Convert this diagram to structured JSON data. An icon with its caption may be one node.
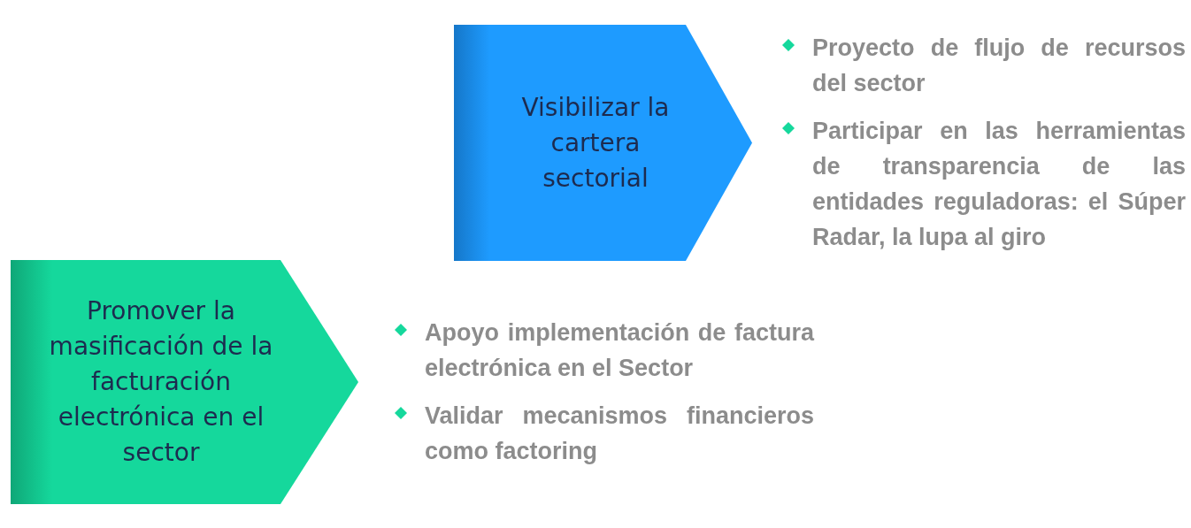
{
  "diagram": {
    "nodes": [
      {
        "text": [
          "Visibilizar la cartera sectorial"
        ],
        "beside": [
          "Proyecto de flujo de recursos del sector",
          "Participar en las herramientas de transparencia de las entidades reguladoras: el Súper Radar, la lupa al giro"
        ]
      },
      {
        "text": [
          "Promover la masificación de la facturación electrónica en el sector"
        ],
        "beside": [
          "Apoyo implementación de factura electrónica en el Sector",
          "Validar mecanismos financieros como factoring"
        ]
      }
    ]
  }
}
